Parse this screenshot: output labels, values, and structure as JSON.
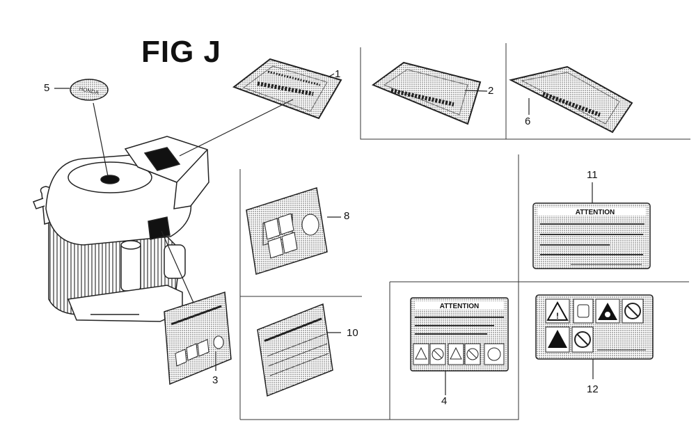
{
  "figure": {
    "title": "FIG J",
    "callouts": {
      "c1": "1",
      "c2": "2",
      "c3": "3",
      "c4": "4",
      "c5": "5",
      "c6": "6",
      "c8": "8",
      "c10": "10",
      "c11": "11",
      "c12": "12"
    },
    "labels": {
      "attention_top": "ATTENTION",
      "attention_mid": "ATTENTION"
    }
  }
}
